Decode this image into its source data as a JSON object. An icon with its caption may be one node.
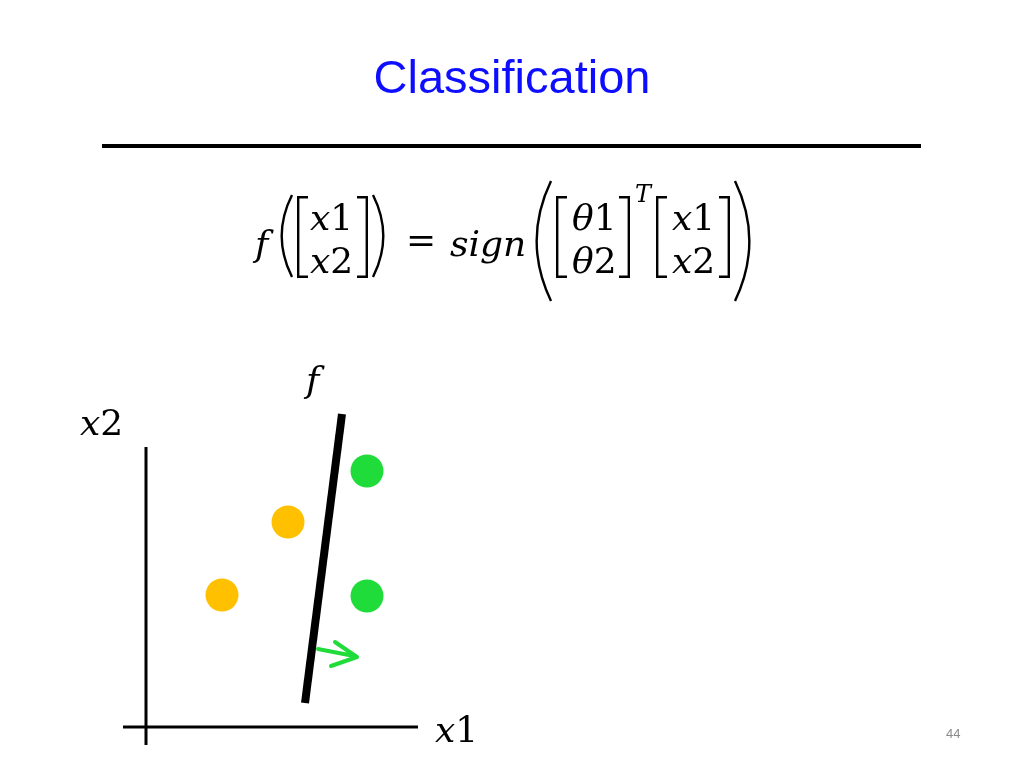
{
  "diagram": {
    "title": "Classification",
    "labels": [
      "f",
      "x1",
      "x2",
      "=",
      "sign",
      "θ1",
      "θ2",
      "T",
      "x1",
      "x2",
      "f",
      "x2",
      "x1",
      "44"
    ]
  }
}
